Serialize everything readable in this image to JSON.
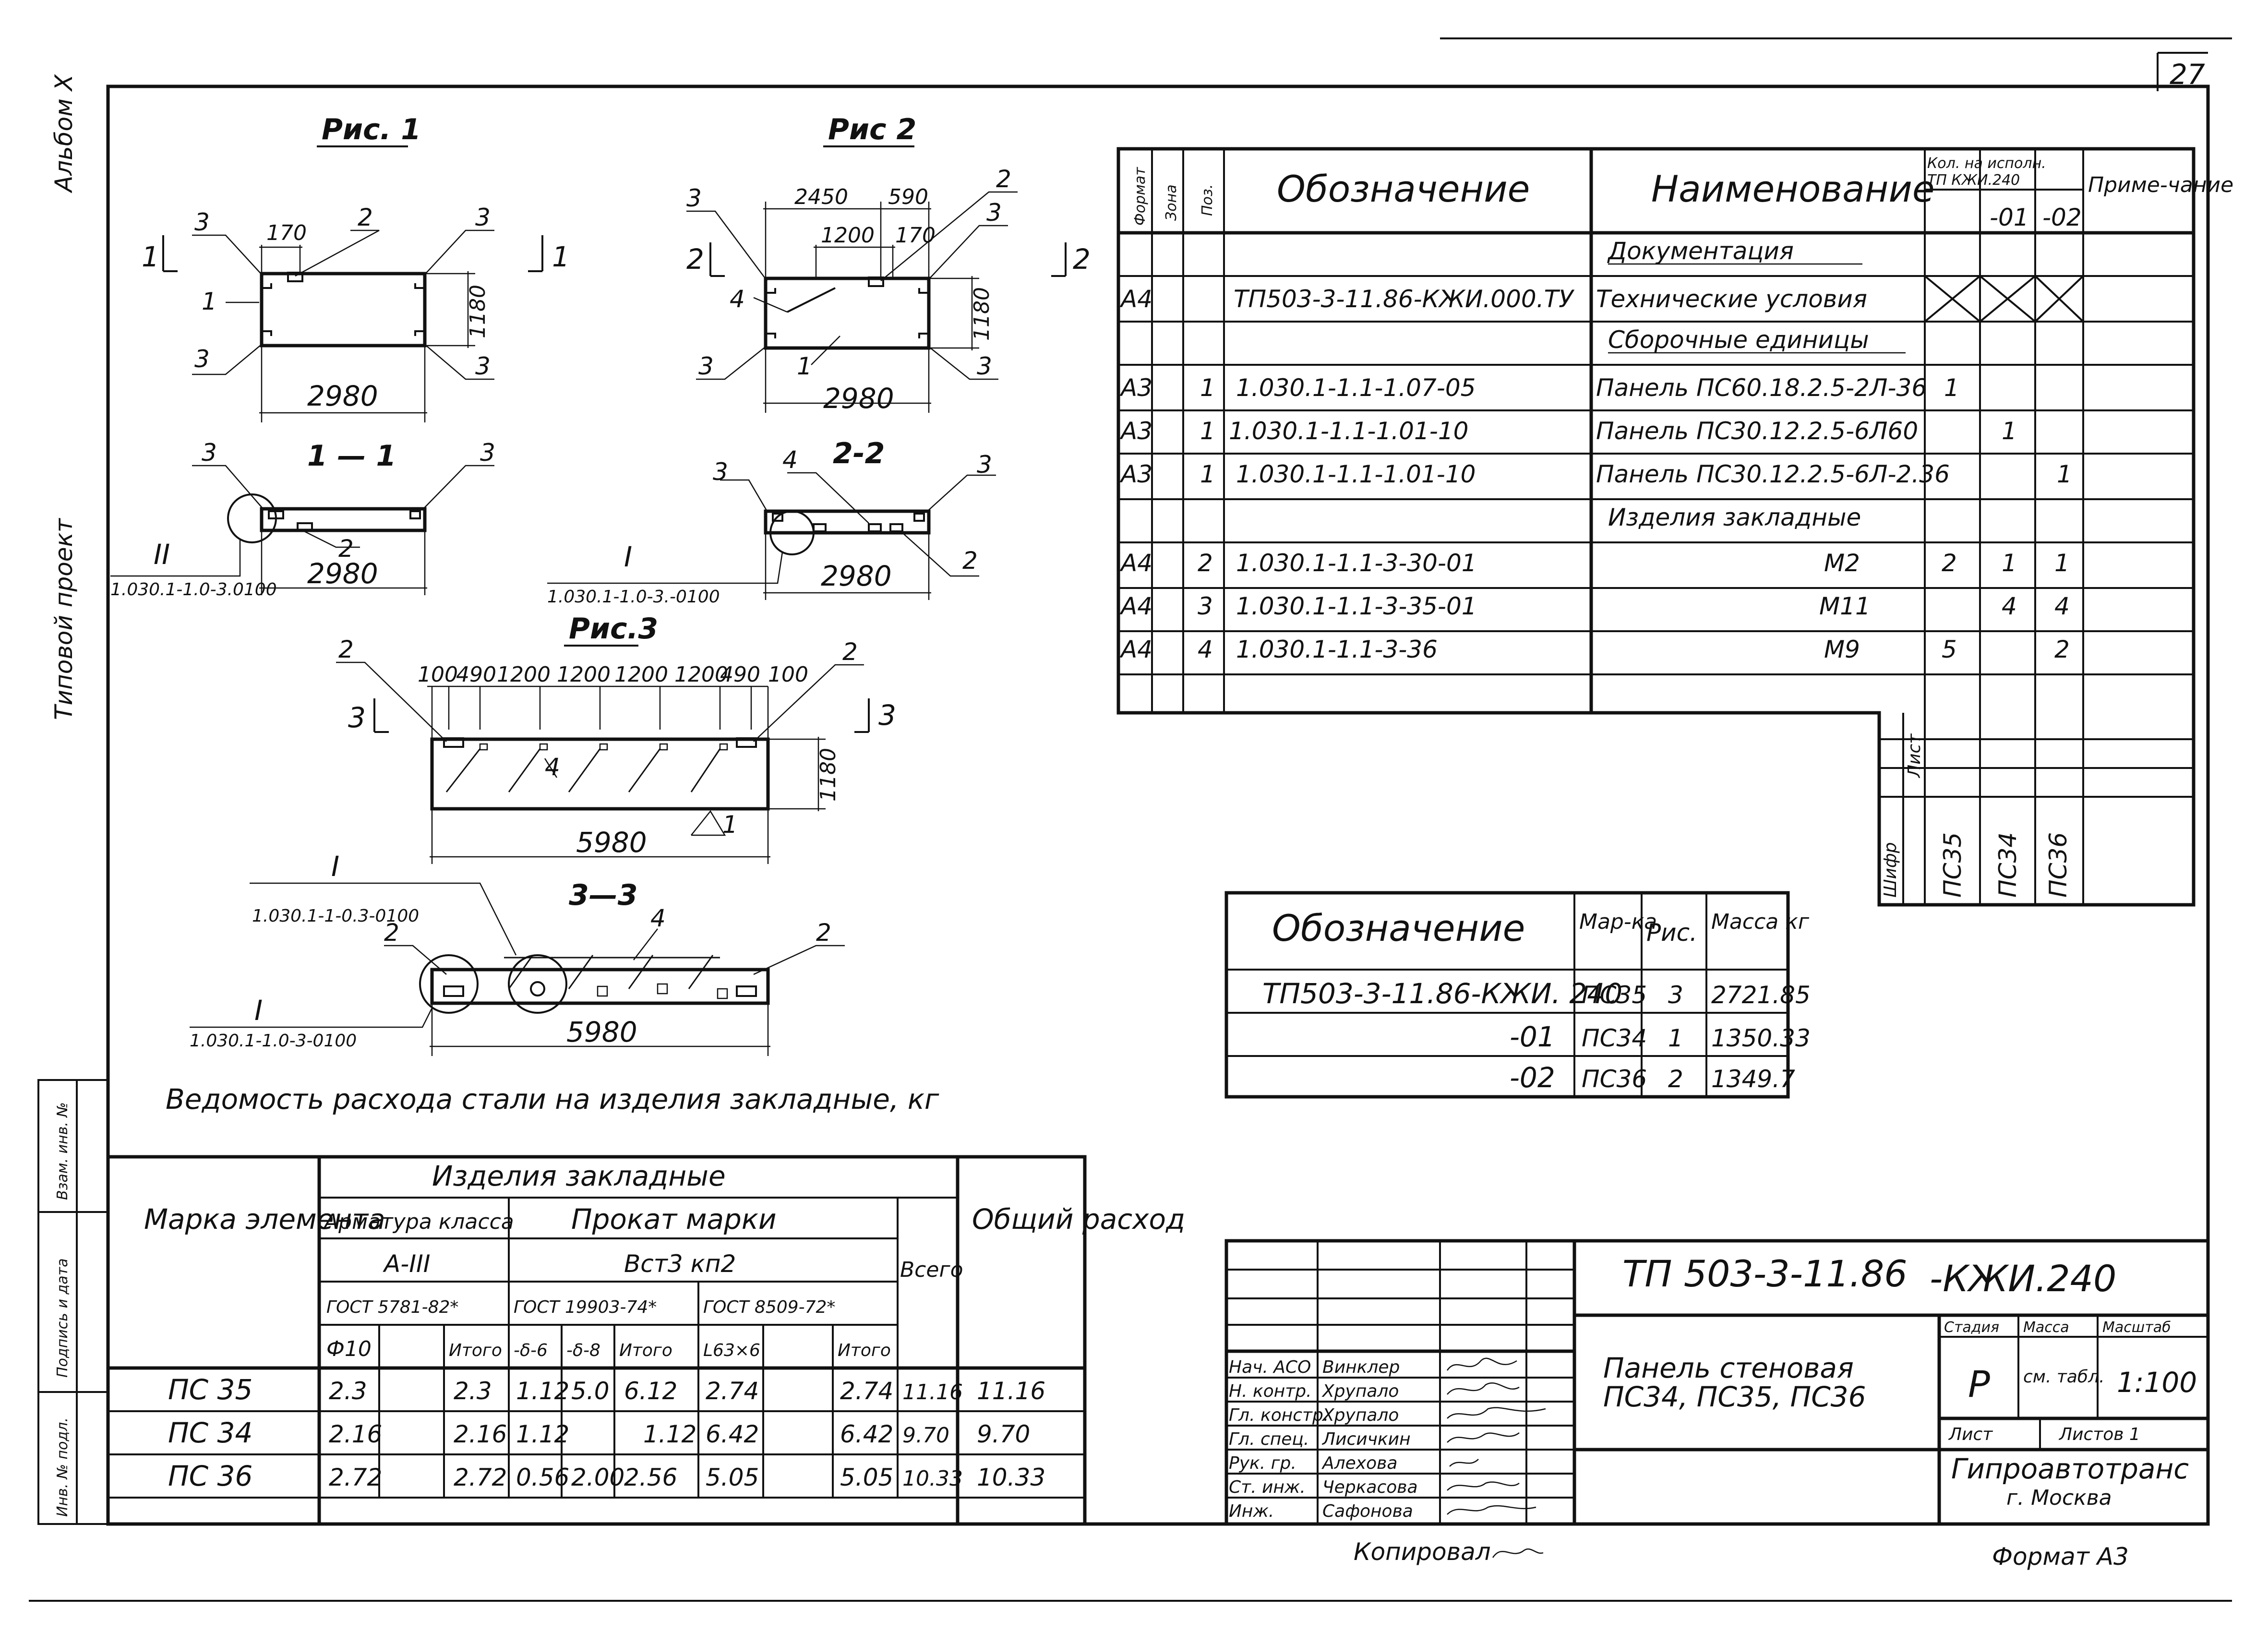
{
  "side_labels": {
    "album": "Альбом X",
    "project": "Типовой проект",
    "inv_original": "Инв. № подл.",
    "sign_date": "Подпись и дата",
    "replace_inv": "Взам. инв. №"
  },
  "sheet_number": "27",
  "figures": {
    "fig1": {
      "title": "Рис. 1",
      "dim_top": "170",
      "dim_width": "2980",
      "dim_height": "1180",
      "section_mark": "1",
      "section_title": "1 — 1",
      "section_width": "2980",
      "node_ref": "1.030.1-1.0-3.0100",
      "node_num": "II",
      "labels": [
        "3",
        "2",
        "3",
        "1",
        "3",
        "3",
        "3",
        "3",
        "2"
      ]
    },
    "fig2": {
      "title": "Рис 2",
      "dim_top_left": "2450",
      "dim_top_right": "590",
      "dim_inner_left": "1200",
      "dim_inner_right": "170",
      "dim_width": "2980",
      "dim_height": "1180",
      "section_mark": "2",
      "section_title": "2-2",
      "section_width": "2980",
      "node_ref": "1.030.1-1.0-3.-0100",
      "node_num": "I",
      "labels": [
        "3",
        "2",
        "3",
        "4",
        "1",
        "3",
        "3",
        "3",
        "4",
        "3",
        "2"
      ]
    },
    "fig3": {
      "title": "Рис.3",
      "dims_top": [
        "100",
        "490",
        "1200",
        "1200",
        "1200",
        "1200",
        "490",
        "100"
      ],
      "dim_width": "5980",
      "dim_height": "1180",
      "section_mark": "3",
      "section_title": "3—3",
      "section_width": "5980",
      "node_ref_top": "1.030.1-1-0.3-0100",
      "node_num_top": "I",
      "node_ref_bottom": "1.030.1-1.0-3-0100",
      "node_num_bottom": "I",
      "labels": [
        "2",
        "2",
        "4",
        "1",
        "2",
        "2",
        "4"
      ]
    }
  },
  "spec_table": {
    "headers": {
      "format": "Формат",
      "zone": "Зона",
      "pos": "Поз.",
      "designation": "Обозначение",
      "name": "Наименование",
      "qty": "Кол. на исполн.",
      "qty_sub": "ТП      КЖИ.240",
      "exec_01": "-01",
      "exec_02": "-02",
      "note": "Приме-чание"
    },
    "rows": [
      {
        "format": "",
        "zone": "",
        "pos": "",
        "designation": "",
        "name": "Документация",
        "q0": "",
        "q1": "",
        "q2": "",
        "note": "",
        "kind": "section"
      },
      {
        "format": "А4",
        "zone": "",
        "pos": "",
        "designation": "ТП503-3-11.86-КЖИ.000.ТУ",
        "name": "Технические условия",
        "q0": "X",
        "q1": "X",
        "q2": "X",
        "note": "",
        "kind": "cross"
      },
      {
        "format": "",
        "zone": "",
        "pos": "",
        "designation": "",
        "name": "Сборочные единицы",
        "q0": "",
        "q1": "",
        "q2": "",
        "note": "",
        "kind": "section"
      },
      {
        "format": "А3",
        "zone": "",
        "pos": "1",
        "designation": "1.030.1-1.1-1.07-05",
        "name": "Панель ПС60.18.2.5-2Л-36",
        "q0": "1",
        "q1": "",
        "q2": "",
        "note": "",
        "kind": "row"
      },
      {
        "format": "А3",
        "zone": "",
        "pos": "1",
        "designation": "1.030.1-1.1-1.01-10",
        "name": "Панель ПС30.12.2.5-6Л60",
        "q0": "",
        "q1": "1",
        "q2": "",
        "note": "",
        "kind": "row"
      },
      {
        "format": "А3",
        "zone": "",
        "pos": "1",
        "designation": "1.030.1-1.1-1.01-10",
        "name": "Панель ПС30.12.2.5-6Л-2.36",
        "q0": "",
        "q1": "",
        "q2": "1",
        "note": "",
        "kind": "row"
      },
      {
        "format": "",
        "zone": "",
        "pos": "",
        "designation": "",
        "name": "Изделия закладные",
        "q0": "",
        "q1": "",
        "q2": "",
        "note": "",
        "kind": "section"
      },
      {
        "format": "А4",
        "zone": "",
        "pos": "2",
        "designation": "1.030.1-1.1-3-30-01",
        "name": "М2",
        "q0": "2",
        "q1": "1",
        "q2": "1",
        "note": "",
        "kind": "row"
      },
      {
        "format": "А4",
        "zone": "",
        "pos": "3",
        "designation": "1.030.1-1.1-3-35-01",
        "name": "М11",
        "q0": "",
        "q1": "4",
        "q2": "4",
        "note": "",
        "kind": "row"
      },
      {
        "format": "А4",
        "zone": "",
        "pos": "4",
        "designation": "1.030.1-1.1-3-36",
        "name": "М9",
        "q0": "5",
        "q1": "",
        "q2": "2",
        "note": "",
        "kind": "row"
      }
    ],
    "stamp_left_labels": [
      "Шифр",
      "Лист"
    ],
    "stamp_marks": [
      "ПС35",
      "ПС34",
      "ПС36"
    ]
  },
  "mass_table": {
    "headers": {
      "designation": "Обозначение",
      "mark": "Мар-ка",
      "fig": "Рис.",
      "mass": "Масса кг"
    },
    "rows": [
      {
        "designation": "ТП503-3-11.86-КЖИ. 240",
        "mark": "ПС35",
        "fig": "3",
        "mass": "2721.85"
      },
      {
        "designation": "-01",
        "mark": "ПС34",
        "fig": "1",
        "mass": "1350.33"
      },
      {
        "designation": "-02",
        "mark": "ПС36",
        "fig": "2",
        "mass": "1349.7"
      }
    ]
  },
  "steel_table": {
    "title": "Ведомость расхода стали на изделия закладные, кг",
    "headers": {
      "element_mark": "Марка элемента",
      "group": "Изделия закладные",
      "rebar_class": "Арматура класса",
      "rebar_sub": "А-III",
      "rebar_gost": "ГОСТ 5781-82*",
      "rolled": "Прокат марки",
      "rolled_sub": "Вст3 кп2",
      "gost_a": "ГОСТ 19903-74*",
      "gost_b": "ГОСТ 8509-72*",
      "total": "Всего",
      "overall": "Общий расход",
      "col_phi10": "Ф10",
      "col_itogo": "Итого",
      "col_d6": "-δ-6",
      "col_d8": "-δ-8",
      "col_itogo2": "Итого",
      "col_l63": "L63×6",
      "col_itogo3": "Итого"
    },
    "rows": [
      {
        "mark": "ПС 35",
        "phi10": "2.3",
        "blank1": "",
        "itogo": "2.3",
        "d6": "1.12",
        "d8": "5.0",
        "itogo2": "6.12",
        "l63": "2.74",
        "blank2": "",
        "itogo3": "2.74",
        "total": "11.16",
        "overall": "11.16"
      },
      {
        "mark": "ПС 34",
        "phi10": "2.16",
        "blank1": "",
        "itogo": "2.16",
        "d6": "1.12",
        "d8": "",
        "itogo2": "1.12",
        "l63": "6.42",
        "blank2": "",
        "itogo3": "6.42",
        "total": "9.70",
        "overall": "9.70"
      },
      {
        "mark": "ПС 36",
        "phi10": "2.72",
        "blank1": "",
        "itogo": "2.72",
        "d6": "0.56",
        "d8": "2.00",
        "itogo2": "2.56",
        "l63": "5.05",
        "blank2": "",
        "itogo3": "5.05",
        "total": "10.33",
        "overall": "10.33"
      }
    ]
  },
  "title_block": {
    "code": "ТП 503-3-11.86",
    "doc": "-КЖИ.240",
    "name_line1": "Панель стеновая",
    "name_line2": "ПС34, ПС35, ПС36",
    "stage_label": "Стадия",
    "mass_label": "Масса",
    "scale_label": "Масштаб",
    "stage": "Р",
    "mass": "см. табл.",
    "scale": "1:100",
    "sheet_label": "Лист",
    "sheets_label": "Листов 1",
    "org": "Гипроавтотранс",
    "city": "г. Москва",
    "people": [
      {
        "role": "Нач. АСО",
        "name": "Винклер"
      },
      {
        "role": "Н. контр.",
        "name": "Хрупало"
      },
      {
        "role": "Гл. констр.",
        "name": "Хрупало"
      },
      {
        "role": "Гл. спец.",
        "name": "Лисичкин"
      },
      {
        "role": "Рук. гр.",
        "name": "Алехова"
      },
      {
        "role": "Ст. инж.",
        "name": "Черкасова"
      },
      {
        "role": "Инж.",
        "name": "Сафонова"
      }
    ]
  },
  "footer": {
    "copied": "Копировал",
    "format": "Формат А3"
  }
}
